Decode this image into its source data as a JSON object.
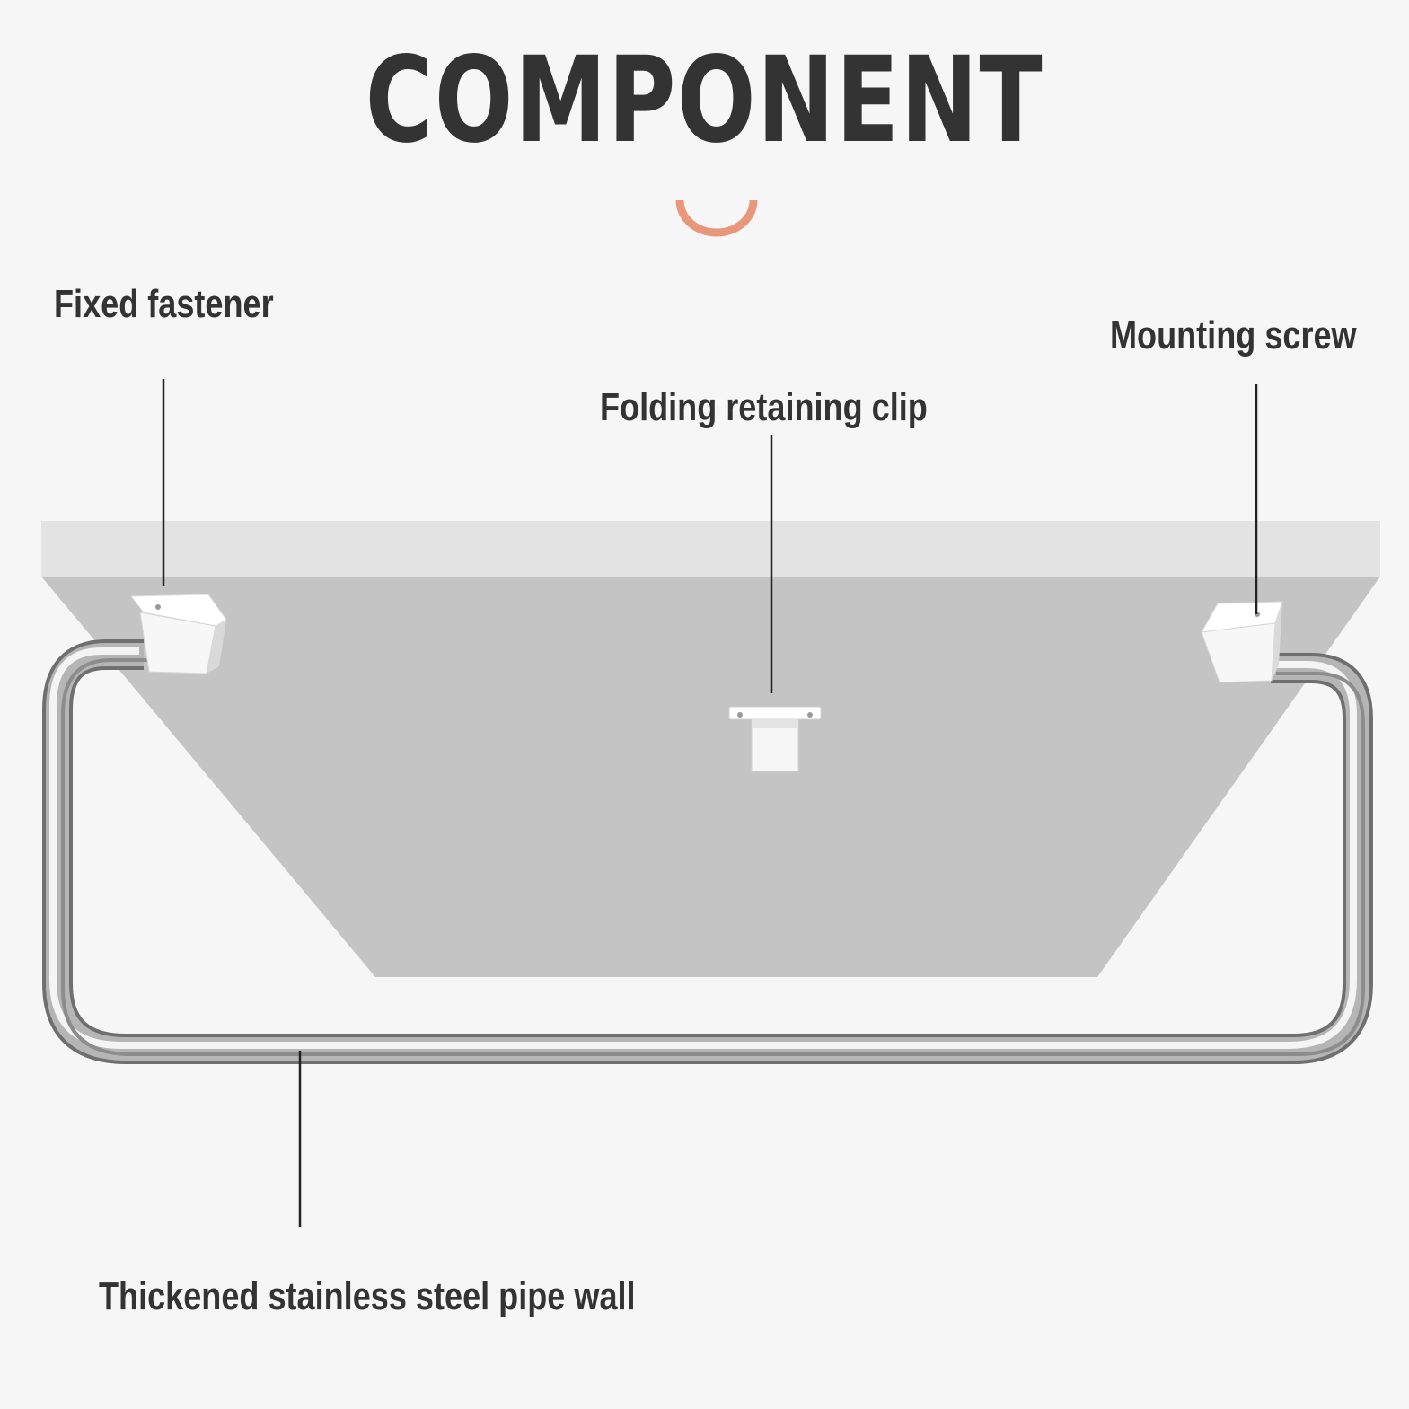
{
  "title": "COMPONENT",
  "labels": {
    "fixed_fastener": "Fixed fastener",
    "mounting_screw": "Mounting screw",
    "folding_clip": "Folding retaining clip",
    "pipe_wall": "Thickened stainless steel pipe wall"
  },
  "colors": {
    "background": "#f6f6f6",
    "text": "#333333",
    "accent": "#e8977a",
    "shelf_top": "#e3e3e3",
    "shelf_body": "#c4c4c4"
  }
}
